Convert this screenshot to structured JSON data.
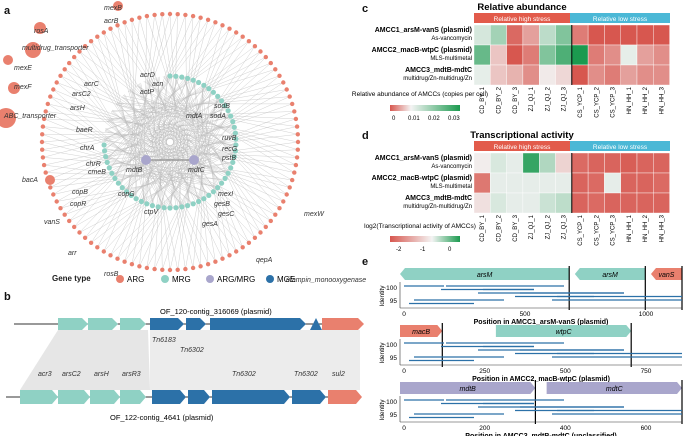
{
  "panels": {
    "a": "a",
    "b": "b",
    "c": "c",
    "d": "d",
    "e": "e"
  },
  "colors": {
    "arg": "#e9806e",
    "mrg": "#8fd1c4",
    "argmrg": "#a9a6cc",
    "mge": "#2c71a8",
    "high": "#e25b4b",
    "low": "#4bb8d6",
    "heat_low": "#d7574f",
    "heat_mid": "#f3f3f3",
    "heat_high": "#1b9a4f"
  },
  "panel_a": {
    "outer_labels": [
      "mexB",
      "acrB",
      "rosA",
      "multidrug_transporter",
      "mexE",
      "mexF",
      "ABC_transporter",
      "bacA",
      "vanS",
      "arr",
      "rosB",
      "qepA",
      "mexW",
      "rifampin_monooxygenase"
    ],
    "inner_labels": [
      "acrD",
      "acn",
      "acrC",
      "actP",
      "arsC2",
      "arsH",
      "baeR",
      "mdtA",
      "sodB",
      "sodA",
      "ruvB",
      "recG",
      "pstB",
      "chrA",
      "chrR",
      "cmeB",
      "copB",
      "copR",
      "copG",
      "mexI",
      "mdtB",
      "mdtC",
      "ctpV",
      "gesB",
      "gesC",
      "gesA"
    ]
  },
  "legend_a": {
    "title": "Gene type",
    "items": [
      {
        "label": "ARG",
        "color": "#e9806e"
      },
      {
        "label": "MRG",
        "color": "#8fd1c4"
      },
      {
        "label": "ARG/MRG",
        "color": "#a9a6cc"
      },
      {
        "label": "MGE",
        "color": "#2c71a8"
      }
    ]
  },
  "panel_b": {
    "top_contig": "OF_120-contig_316069 (plasmid)",
    "bottom_contig": "OF_122-contig_4641 (plasmid)",
    "genes": [
      "acr3",
      "arsC2",
      "arsH",
      "arsR3",
      "Tn6183",
      "Tn6302",
      "Tn6302",
      "Tn6302",
      "sul2"
    ]
  },
  "panel_c": {
    "title": "Relative abundance",
    "group_high": "Relative high stress",
    "group_low": "Relative low stress",
    "rows": [
      {
        "name": "AMCC1_arsM-vanS (plasmid)",
        "sub": "As-vancomycin"
      },
      {
        "name": "AMCC2_macB-wtpC (plasmid)",
        "sub": "MLS-multimetal"
      },
      {
        "name": "AMCC3_mdtB-mdtC",
        "sub": "multidrug/Zn-multidrug/Zn"
      }
    ],
    "samples": [
      "CD_BY_1",
      "CD_BY_2",
      "CD_BY_3",
      "ZJ_QJ_1",
      "ZJ_QJ_2",
      "ZJ_QJ_3",
      "CS_YCP_1",
      "CS_YCP_2",
      "CS_YCP_3",
      "HN_HH_1",
      "HN_HH_2",
      "HN_HH_3"
    ],
    "values": [
      [
        0.012,
        0.018,
        0.001,
        0.004,
        0.015,
        0.022,
        0.002,
        0.0,
        0.0,
        0.0,
        0.0,
        0.0
      ],
      [
        0.025,
        0.006,
        0.0,
        0.002,
        0.022,
        0.028,
        0.034,
        0.002,
        0.003,
        0.01,
        0.004,
        0.003
      ],
      [
        0.01,
        0.006,
        0.005,
        0.003,
        0.008,
        0.007,
        0.0,
        0.003,
        0.002,
        0.004,
        0.003,
        0.003
      ]
    ],
    "legend_title": "Relative abundance of AMCCs (copies per cell)",
    "legend_ticks": [
      "0",
      "0.01",
      "0.02",
      "0.03"
    ]
  },
  "panel_d": {
    "title": "Transcriptional activity",
    "group_high": "Relative high stress",
    "group_low": "Relative low stress",
    "rows": [
      {
        "name": "AMCC1_arsM-vanS (plasmid)",
        "sub": "As-vancomycin"
      },
      {
        "name": "AMCC2_macB-wtpC (plasmid)",
        "sub": "MLS-multimetal"
      },
      {
        "name": "AMCC3_mdtB-mdtC",
        "sub": "multidrug/Zn-multidrug/Zn"
      }
    ],
    "samples": [
      "CD_BY_1",
      "CD_BY_2",
      "CD_BY_3",
      "ZJ_QJ_1",
      "ZJ_QJ_2",
      "ZJ_QJ_3",
      "CS_YCP_1",
      "CS_YCP_2",
      "CS_YCP_3",
      "HN_HH_1",
      "HN_HH_2",
      "HN_HH_3"
    ],
    "values": [
      [
        -0.2,
        0.1,
        0.0,
        1.3,
        0.4,
        -0.6,
        -2.2,
        -2.3,
        -2.3,
        -2.4,
        -2.3,
        -2.3
      ],
      [
        -2.0,
        0.0,
        0.0,
        0.0,
        0.0,
        0.0,
        -2.3,
        -2.2,
        0.0,
        -2.3,
        -2.3,
        -2.2
      ],
      [
        -0.4,
        0.1,
        0.0,
        0.0,
        0.2,
        0.3,
        -2.3,
        -2.2,
        -2.3,
        -2.3,
        -2.3,
        -2.3
      ]
    ],
    "legend_title": "log2(Transcriptional activity of AMCCs)",
    "legend_ticks": [
      "-2",
      "-1",
      "0"
    ]
  },
  "panel_e": {
    "ylabel": "Identity",
    "tracks": [
      {
        "genes": [
          "arsM",
          "arsM",
          "vanS"
        ],
        "xticks": [
          "0",
          "500",
          "1000"
        ],
        "yticks": [
          "100",
          "95"
        ],
        "caption": "Position in AMCC1_arsM-vanS (plasmid)"
      },
      {
        "genes": [
          "macB",
          "wtpC"
        ],
        "xticks": [
          "0",
          "250",
          "500",
          "750"
        ],
        "yticks": [
          "100",
          "95"
        ],
        "caption": "Position in AMCC2_macB-wtpC (plasmid)"
      },
      {
        "genes": [
          "mdtB",
          "mdtC"
        ],
        "xticks": [
          "0",
          "200",
          "400",
          "600"
        ],
        "yticks": [
          "100",
          "95"
        ],
        "caption": "Position in AMCC3_mdtB-mdtC (unclassified)"
      }
    ]
  }
}
